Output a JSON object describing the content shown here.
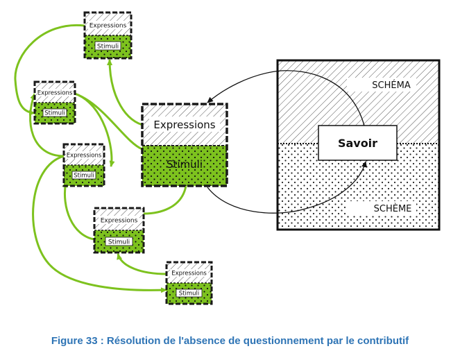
{
  "diagram": {
    "main_node": {
      "expressions": "Expressions",
      "stimuli": "Stimuli"
    },
    "small_nodes": [
      {
        "expressions": "Expressions",
        "stimuli": "Stimuli"
      },
      {
        "expressions": "Expressions",
        "stimuli": "Stimuli"
      },
      {
        "expressions": "Expressions",
        "stimuli": "Stimuli"
      },
      {
        "expressions": "Expressions",
        "stimuli": "Stimuli"
      },
      {
        "expressions": "Expressions",
        "stimuli": "Stimuli"
      }
    ],
    "knowledge_box": {
      "top_label": "SCHÉMA",
      "bottom_label": "SCHÈME",
      "center_label": "Savoir"
    }
  },
  "caption": "Figure 33 : Résolution de l'absence de questionnement par le contributif",
  "colors": {
    "green": "#7dc21e",
    "node_border": "#1a1a1a",
    "caption": "#2e74b5"
  }
}
